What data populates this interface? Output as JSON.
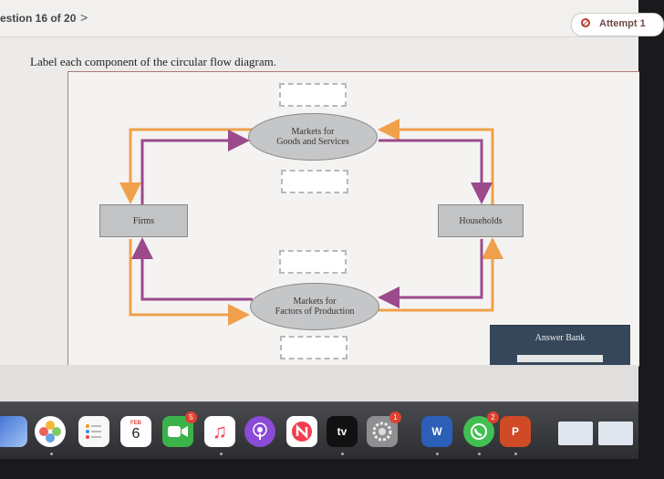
{
  "header": {
    "question_counter": "estion 16 of 20",
    "next_glyph": ">",
    "attempt_label": "Attempt 1"
  },
  "question": {
    "text": "Label each component of the circular flow diagram."
  },
  "diagram": {
    "top_market": {
      "line1": "Markets for",
      "line2": "Goods and Services"
    },
    "bottom_market": {
      "line1": "Markets for",
      "line2": "Factors of Production"
    },
    "left_node": "Firms",
    "right_node": "Households",
    "colors": {
      "orange": "#f0a04b",
      "purple": "#9b4a8c",
      "node_fill": "#c5c6c8"
    }
  },
  "answer_bank": {
    "title": "Answer Bank"
  },
  "dock": {
    "calendar_month": "FEB",
    "calendar_day": "6",
    "tv_label": "tv",
    "word_label": "W",
    "powerpoint_label": "P",
    "badges": {
      "facetime": "5",
      "settings": "1",
      "whatsapp": "2"
    }
  }
}
